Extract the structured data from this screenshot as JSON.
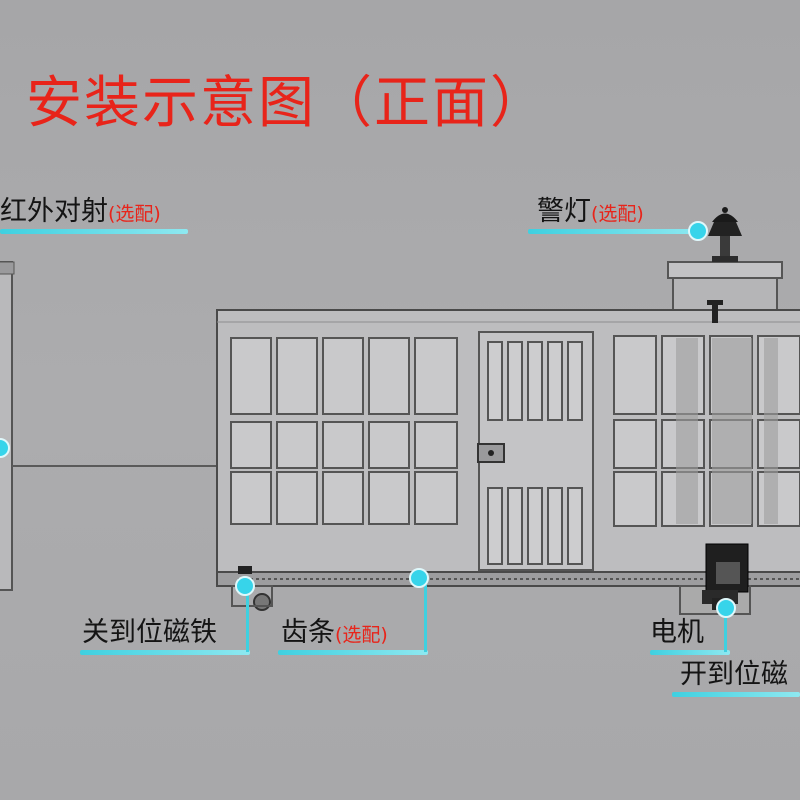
{
  "title": "安装示意图（正面）",
  "labels": {
    "infrared": {
      "text": "红外对射",
      "opt": "(选配)"
    },
    "alarm_light": {
      "text": "警灯",
      "opt": "(选配)"
    },
    "close_magnet": {
      "text": "关到位磁铁"
    },
    "rack": {
      "text": "齿条",
      "opt": "(选配)"
    },
    "motor": {
      "text": "电机"
    },
    "open_magnet": {
      "text": "开到位磁"
    }
  },
  "colors": {
    "title": "#e8241a",
    "callout": "#3fd0e0",
    "background": "#a9a9ab",
    "gate_outline": "#4a4a4a"
  }
}
